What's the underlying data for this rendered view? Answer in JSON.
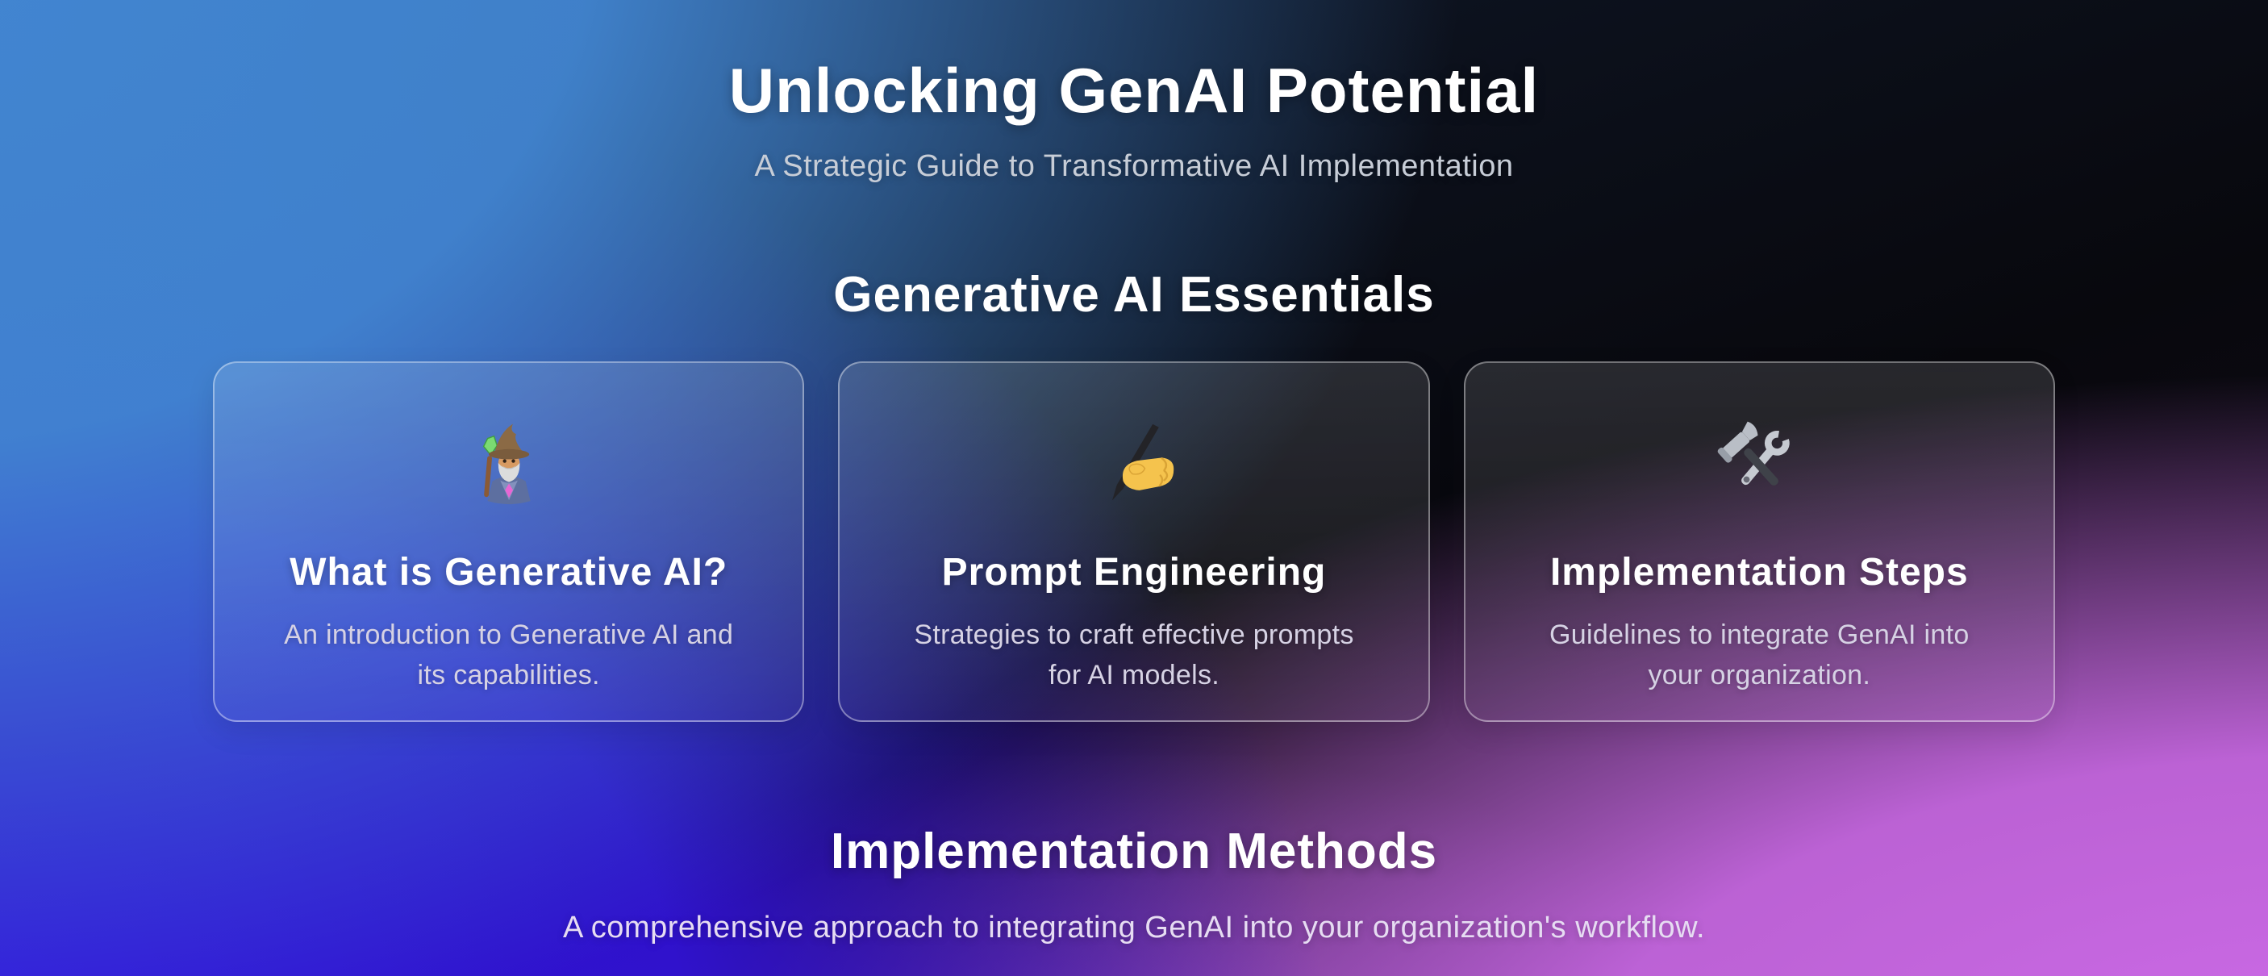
{
  "slide": {
    "title": "Unlocking GenAI Potential",
    "subtitle": "A Strategic Guide to Transformative AI Implementation"
  },
  "essentials": {
    "heading": "Generative AI Essentials",
    "cards": [
      {
        "icon": "mage",
        "emoji": "🧙‍♂️",
        "title": "What is Generative AI?",
        "description": "An introduction to Generative AI and its capabilities."
      },
      {
        "icon": "writing-hand",
        "emoji": "✍️",
        "title": "Prompt Engineering",
        "description": "Strategies to craft effective prompts for AI models."
      },
      {
        "icon": "hammer-and-wrench",
        "emoji": "🛠️",
        "title": "Implementation Steps",
        "description": "Guidelines to integrate GenAI into your organization."
      }
    ]
  },
  "methods": {
    "heading": "Implementation Methods",
    "subheading": "A comprehensive approach to integrating GenAI into your organization's workflow."
  },
  "colors": {
    "background_top_left": "#3f82c9",
    "background_top_right": "#000000",
    "background_bottom_left": "#3212de",
    "background_bottom_right": "#cd6ae8",
    "card_background": "rgba(255,255,255,0.09)",
    "card_border": "rgba(255,255,255,0.40)",
    "heading_text": "#ffffff",
    "subtitle_text": "#c7cdd7",
    "card_description_text": "#d6d2e4",
    "methods_subheading_text": "#e6dcf2"
  }
}
